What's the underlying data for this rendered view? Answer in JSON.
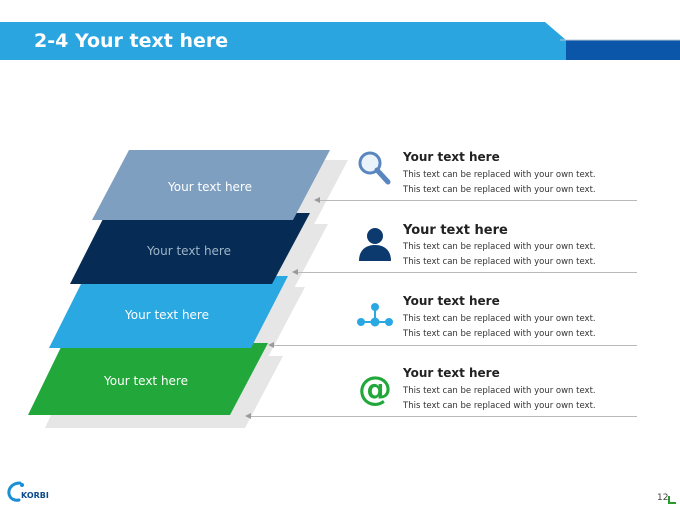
{
  "slide": {
    "title": "2-4 Your text here",
    "page_number": "12",
    "logo_text": "KORBI"
  },
  "colors": {
    "header_light": "#2aa5e0",
    "header_dark": "#0b56a8",
    "layer1": "#7f9fc0",
    "layer2": "#062c55",
    "layer3": "#2aa8e2",
    "layer4": "#22a83a",
    "shadow": "#e6e6e6"
  },
  "layers": [
    {
      "label": "Your text here"
    },
    {
      "label": "Your text here"
    },
    {
      "label": "Your text here"
    },
    {
      "label": "Your text here"
    }
  ],
  "items": [
    {
      "icon": "magnifier-icon",
      "title": "Your text here",
      "lines": [
        "This text can be replaced with your own text.",
        "This text can be replaced with your own text."
      ]
    },
    {
      "icon": "person-icon",
      "title": "Your text here",
      "lines": [
        "This text can be replaced with your own text.",
        "This text can be replaced with your own text."
      ]
    },
    {
      "icon": "network-icon",
      "title": "Your text here",
      "lines": [
        "This text can be replaced with your own text.",
        "This text can be replaced with your own text."
      ]
    },
    {
      "icon": "at-sign-icon",
      "title": "Your text here",
      "lines": [
        "This text can be replaced with your own text.",
        "This text can be replaced with your own text."
      ]
    }
  ]
}
